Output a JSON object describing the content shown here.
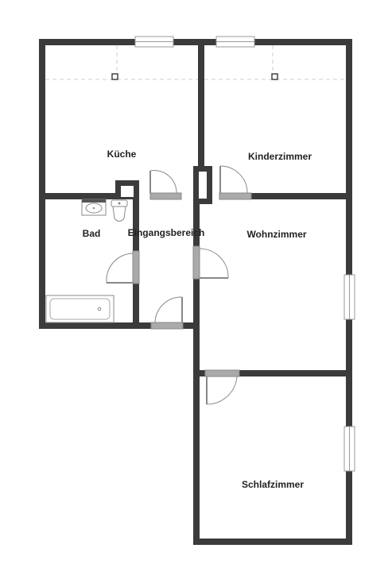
{
  "floorplan": {
    "rooms": [
      {
        "id": "kueche",
        "label": "Küche"
      },
      {
        "id": "kinderzimmer",
        "label": "Kinderzimmer"
      },
      {
        "id": "bad",
        "label": "Bad"
      },
      {
        "id": "eingangsbereich",
        "label": "Eingangsbereich"
      },
      {
        "id": "wohnzimmer",
        "label": "Wohnzimmer"
      },
      {
        "id": "schlafzimmer",
        "label": "Schlafzimmer"
      }
    ],
    "colors": {
      "wall": "#3b3b3b",
      "door_leaf": "#9a9a9a",
      "window": "#ffffff",
      "fixture_stroke": "#888888",
      "background": "#ffffff"
    }
  }
}
